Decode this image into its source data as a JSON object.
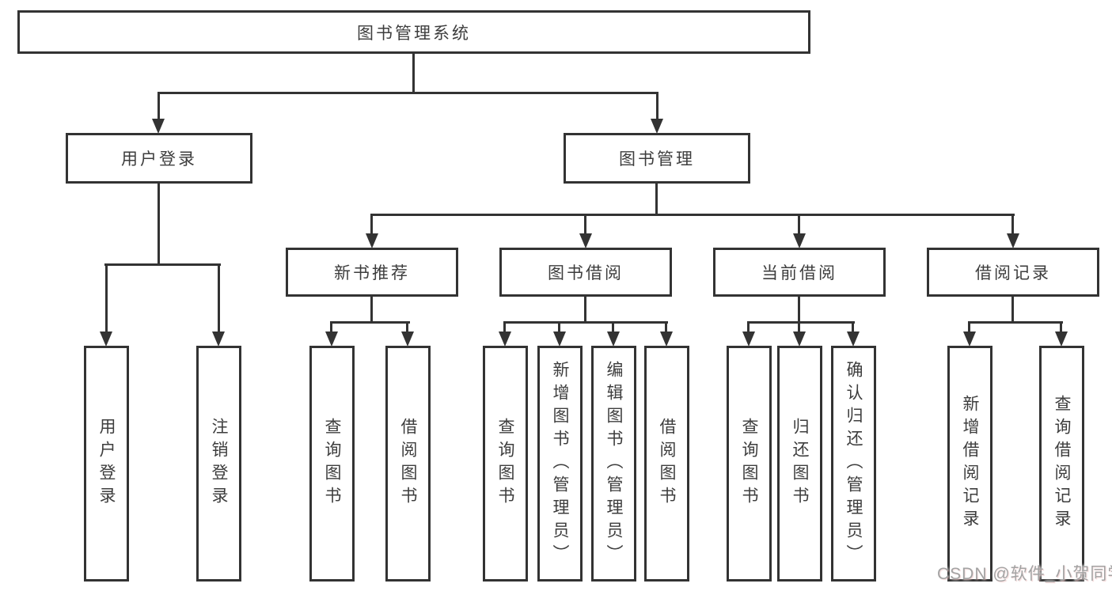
{
  "nodes": {
    "root": "图书管理系统",
    "user_login": "用户登录",
    "book_mgmt": "图书管理",
    "new_book_rec": "新书推荐",
    "book_borrow": "图书借阅",
    "current_borrow": "当前借阅",
    "borrow_records": "借阅记录",
    "leaf_user_login": "用户登录",
    "leaf_logout": "注销登录",
    "leaf_nbr_query": "查询图书",
    "leaf_nbr_borrow": "借阅图书",
    "leaf_bb_query": "查询图书",
    "leaf_bb_add": "新增图书（管理员）",
    "leaf_bb_edit": "编辑图书（管理员）",
    "leaf_bb_borrow": "借阅图书",
    "leaf_cb_query": "查询图书",
    "leaf_cb_return": "归还图书",
    "leaf_cb_confirm": "确认归还（管理员）",
    "leaf_br_add": "新增借阅记录",
    "leaf_br_query": "查询借阅记录"
  },
  "watermark": {
    "text": "CSDN @软件_小贺同学"
  },
  "colors": {
    "line": "#333333",
    "text": "#3d3d3d",
    "watermark": "#a3a3a3",
    "background": "#ffffff"
  }
}
